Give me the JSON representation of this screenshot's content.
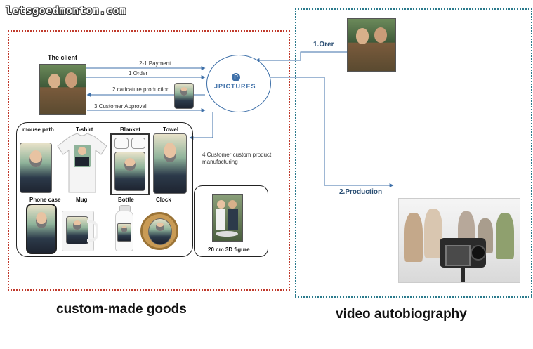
{
  "watermark": "letsgoedmonton.com",
  "left_section": {
    "caption": "custom-made goods",
    "client_label": "The client",
    "company": {
      "logo_text": "JPICTURES",
      "logo_mark": "P"
    },
    "flows": [
      {
        "label": "2-1 Payment"
      },
      {
        "label": "1 Order"
      },
      {
        "label": "2 caricature production"
      },
      {
        "label": "3 Customer Approval"
      },
      {
        "label": "4 Customer custom product manufacturing"
      }
    ],
    "products": [
      {
        "label": "mouse path"
      },
      {
        "label": "T-shirt"
      },
      {
        "label": "Blanket"
      },
      {
        "label": "Towel"
      },
      {
        "label": "Phone case"
      },
      {
        "label": "Mug"
      },
      {
        "label": "Bottle"
      },
      {
        "label": "Clock"
      }
    ],
    "figure_label": "20 cm 3D figure"
  },
  "right_section": {
    "caption": "video autobiography",
    "step1": "1.Orer",
    "step2": "2.Production"
  },
  "colors": {
    "left_border": "#c0392b",
    "right_border": "#2a7a8c",
    "arrow": "#3d6fa8"
  }
}
